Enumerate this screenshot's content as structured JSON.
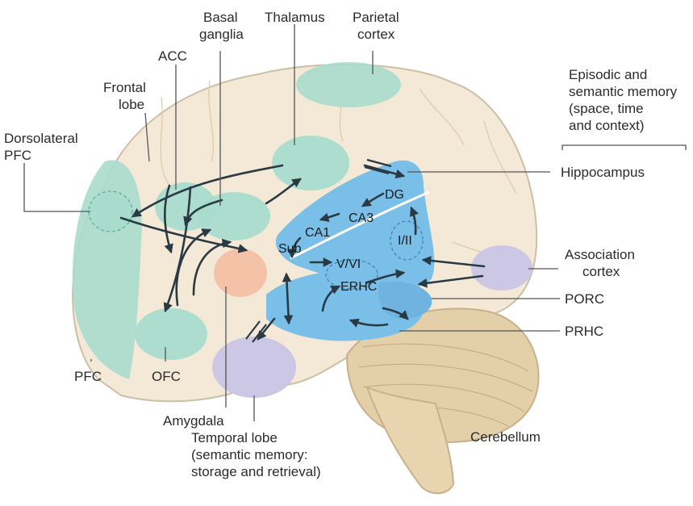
{
  "labels": {
    "basal_ganglia_1": "Basal",
    "basal_ganglia_2": "ganglia",
    "thalamus": "Thalamus",
    "parietal_1": "Parietal",
    "parietal_2": "cortex",
    "acc": "ACC",
    "frontal_1": "Frontal",
    "frontal_2": "lobe",
    "dlpfc_1": "Dorsolateral",
    "dlpfc_2": "PFC",
    "episodic_1": "Episodic and",
    "episodic_2": "semantic memory",
    "episodic_3": "(space, time",
    "episodic_4": "and context)",
    "hippocampus": "Hippocampus",
    "association_1": "Association",
    "association_2": "cortex",
    "porc": "PORC",
    "prhc": "PRHC",
    "pfc": "PFC",
    "ofc": "OFC",
    "amygdala": "Amygdala",
    "temporal_1": "Temporal lobe",
    "temporal_2": "(semantic memory:",
    "temporal_3": "storage and retrieval)",
    "cerebellum": "Cerebellum"
  },
  "inner_labels": {
    "dg": "DG",
    "ca3": "CA3",
    "ca1": "CA1",
    "sub": "Sub",
    "i_ii": "I/II",
    "v_vi": "V/VI",
    "erhc": "ERHC"
  },
  "colors": {
    "brain": "#f3e9d6",
    "brain_stroke": "#cdbfa6",
    "cerebellum": "#e3cfa8",
    "teal_region": "#a8dccd",
    "hippocampal_blue": "#79bfe8",
    "amygdala": "#f4c2a6",
    "purple_region": "#cdc7e6"
  }
}
